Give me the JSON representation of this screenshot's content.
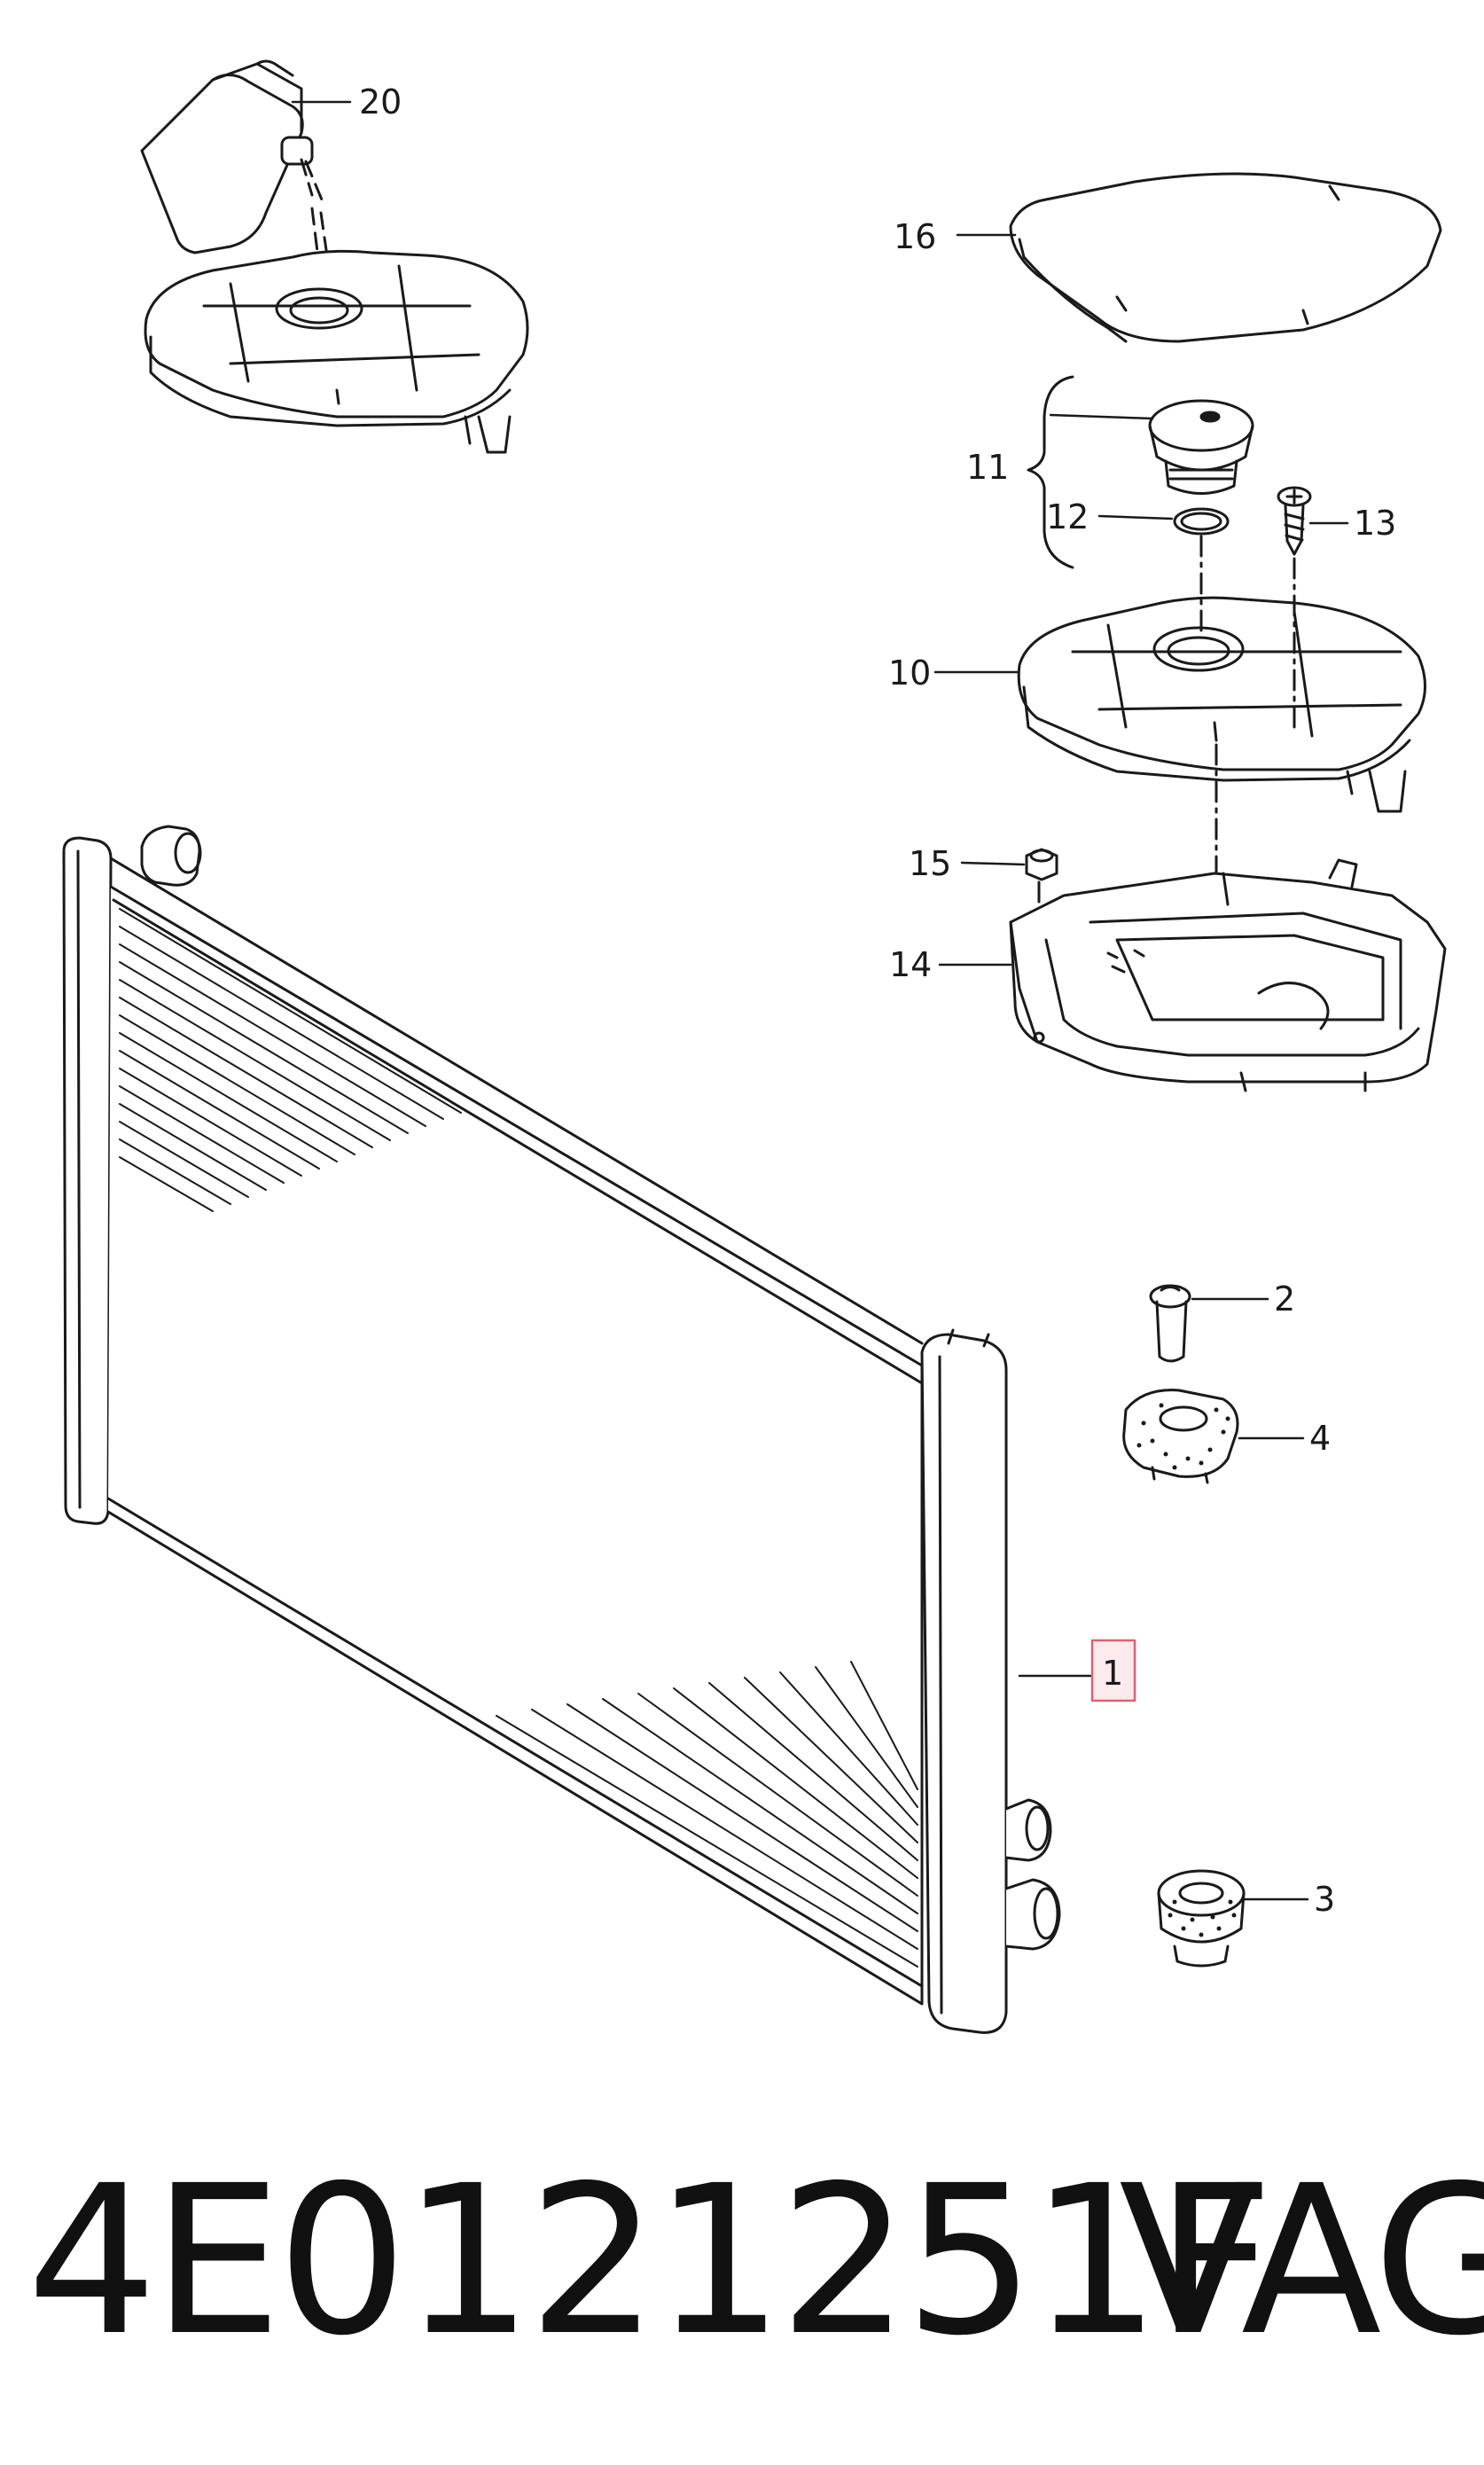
{
  "diagram": {
    "callouts": [
      {
        "id": "20",
        "label": "20"
      },
      {
        "id": "16",
        "label": "16"
      },
      {
        "id": "11",
        "label": "11"
      },
      {
        "id": "12",
        "label": "12"
      },
      {
        "id": "13",
        "label": "13"
      },
      {
        "id": "10",
        "label": "10"
      },
      {
        "id": "15",
        "label": "15"
      },
      {
        "id": "14",
        "label": "14"
      },
      {
        "id": "2",
        "label": "2"
      },
      {
        "id": "4",
        "label": "4"
      },
      {
        "id": "1",
        "label": "1",
        "highlighted": true
      },
      {
        "id": "3",
        "label": "3"
      }
    ],
    "highlight_color": "#e06070",
    "line_color": "#1a1a1a"
  },
  "footer": {
    "part_number": "4E0121251F",
    "brand": "VAG"
  }
}
